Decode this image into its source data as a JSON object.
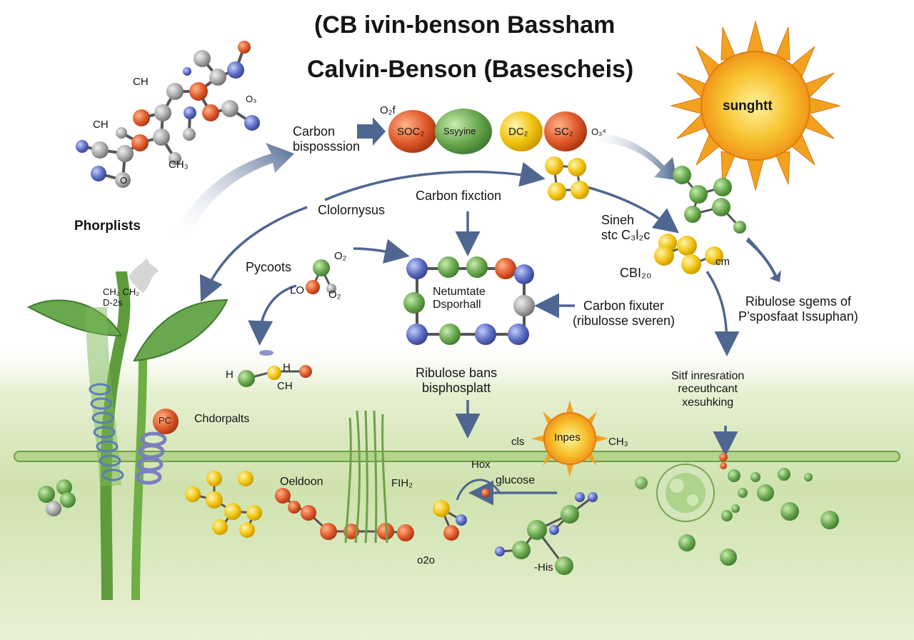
{
  "titles": {
    "line1": "(CB ivin-benson Bassham",
    "line2": "Calvin-Benson (Basescheis)"
  },
  "labels": {
    "sun_top": "sunghtt",
    "sun_bottom": "Inpes",
    "carbon_bisposition": "Carbon\nbisposssion",
    "carbon_fixction": "Carbon fixction",
    "clolornysus": "Clolornysus",
    "phorplists": "Phorplists",
    "pycoots": "Pycoots",
    "sineh": "Sineh\nstc C₃l₂c",
    "cbl": "CBI₂₀",
    "cm": "cm",
    "netumtate": "Netumtate\nDsporhall",
    "carbon_fixuter": "Carbon fixuter\n(ribulosse sveren)",
    "ribulose_sgems": "Ribulose sgems of\nP’sposfaat Issuphan)",
    "ribulose_bans": "Ribulose bans\nbisphosplatt",
    "sitf": "Sitf inresration\nreceuthcant\nxesuhking",
    "chdorpalts": "Chdorpalts",
    "oeldoon": "Oeldoon",
    "glucose": "glucose",
    "hox": "Hox",
    "fih2": "FIH₂",
    "o2o": "o2o",
    "his": "-His",
    "cls": "cls",
    "ch3_right": "CH₃",
    "ch2_stem": "CH₂ CH₂\nD-2s",
    "small_h": "H",
    "small_h2": "H",
    "small_ch": "CH",
    "lo": "LO",
    "o2_top": "O₂",
    "o2_bot": "O₂"
  },
  "molecule_labels": {
    "ch_top": "CH",
    "ch_mid": "CH",
    "ch3": "CH₃",
    "o_small": "O",
    "o3": "O₃",
    "pc": "PC"
  },
  "reagents": [
    {
      "text": "SOC₂",
      "color": "#e8602a"
    },
    {
      "text": "Ssyyine",
      "color": "#7fbf5a"
    },
    {
      "text": "DC₂",
      "color": "#f1d028"
    },
    {
      "text": "SC₂",
      "color": "#e8602a"
    }
  ],
  "reagent_side": {
    "left": "O₂f",
    "right": "O₃⁴"
  },
  "colors": {
    "green": "#6aa84f",
    "yellow": "#f1c40f",
    "red": "#e05a2b",
    "blue": "#5b6cc4",
    "grey": "#9a9a9a",
    "arrow": "#4f6790",
    "sun": "#f5a623"
  }
}
